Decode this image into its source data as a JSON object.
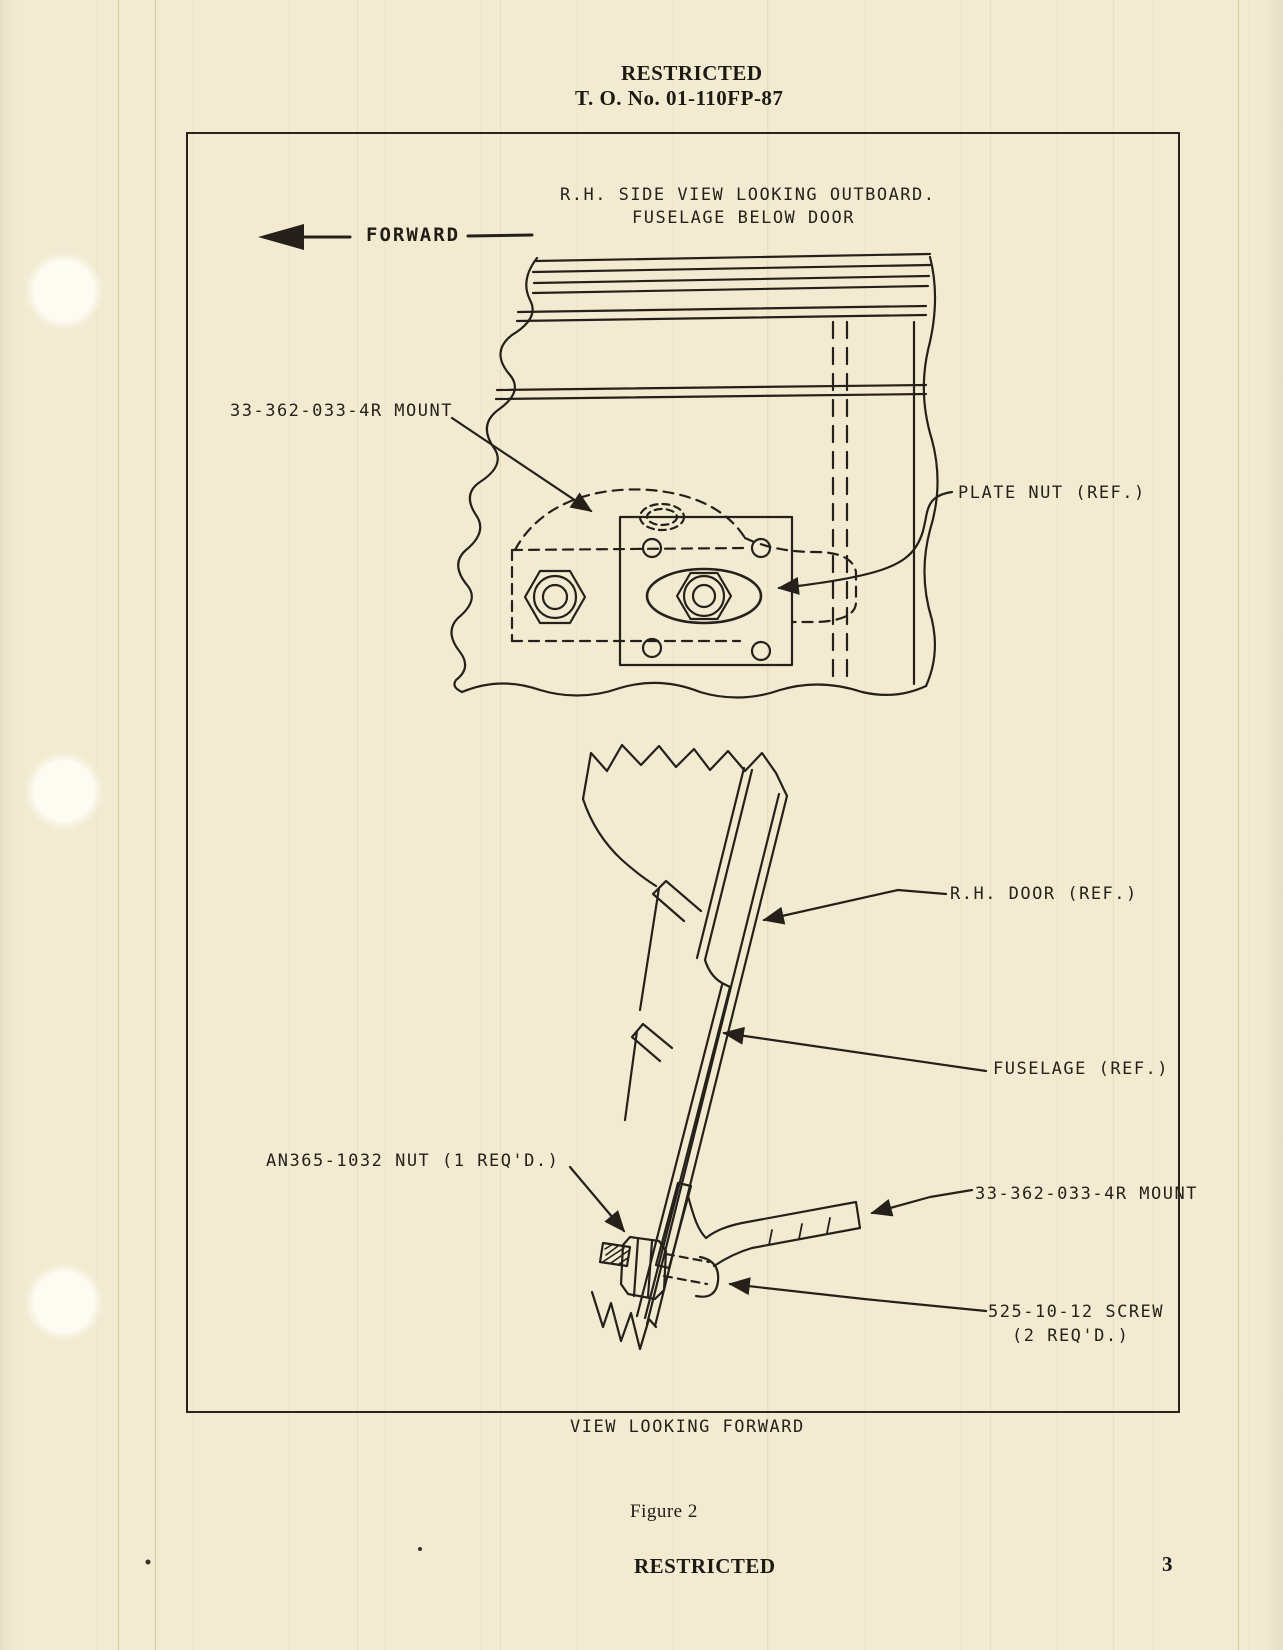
{
  "header": {
    "classification": "RESTRICTED",
    "to_number": "T. O. No. 01-110FP-87"
  },
  "figure": {
    "title_line1": "R.H. SIDE VIEW LOOKING OUTBOARD.",
    "title_line2": "FUSELAGE BELOW DOOR",
    "forward_label": "FORWARD",
    "upper_labels": {
      "mount": "33-362-033-4R MOUNT",
      "plate_nut": "PLATE NUT (REF.)"
    },
    "lower_labels": {
      "rh_door": "R.H. DOOR (REF.)",
      "fuselage": "FUSELAGE (REF.)",
      "an365_nut": "AN365-1032 NUT (1 REQ'D.)",
      "mount": "33-362-033-4R MOUNT",
      "screw_line1": "525-10-12 SCREW",
      "screw_line2": "(2 REQ'D.)"
    },
    "bottom_caption": "VIEW LOOKING FORWARD",
    "caption": "Figure 2"
  },
  "footer": {
    "classification": "RESTRICTED",
    "page_number": "3"
  },
  "colors": {
    "paper": "#f2ebd2",
    "ink": "#25211a",
    "punch_hole": "#fefcf2"
  }
}
